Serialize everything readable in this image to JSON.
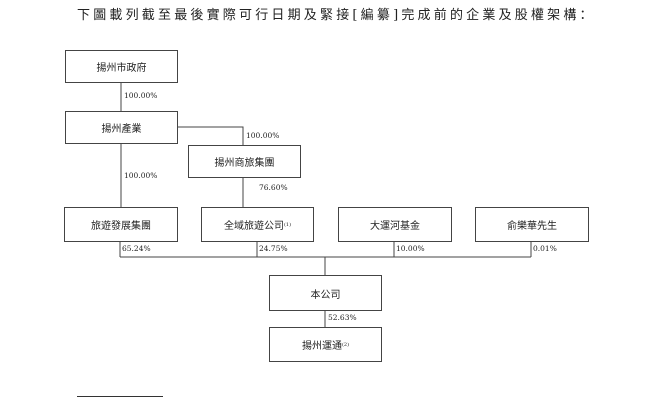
{
  "title": "下圖載列截至最後實際可行日期及緊接[編纂]完成前的企業及股權架構：",
  "entities": {
    "yangzhou_gov": "揚州市政府",
    "yangzhou_industry": "揚州產業",
    "shanglv_group": "揚州商旅集團",
    "tourism_dev": "旅遊發展集團",
    "quanyu_tourism": "全域旅遊公司",
    "quanyu_note": "(1)",
    "grand_canal_fund": "大運河基金",
    "yu_lehua": "俞樂華先生",
    "company": "本公司",
    "yangzhou_yuntong": "揚州運通",
    "yuntong_note": "(2)"
  },
  "percentages": {
    "gov_to_industry": "100.00%",
    "industry_to_shanglv": "100.00%",
    "industry_to_tourism_dev": "100.00%",
    "shanglv_to_quanyu": "76.60%",
    "tourism_dev_to_company": "65.24%",
    "quanyu_to_company": "24.75%",
    "fund_to_company": "10.00%",
    "yu_to_company": "0.01%",
    "company_to_yuntong": "52.63%"
  }
}
